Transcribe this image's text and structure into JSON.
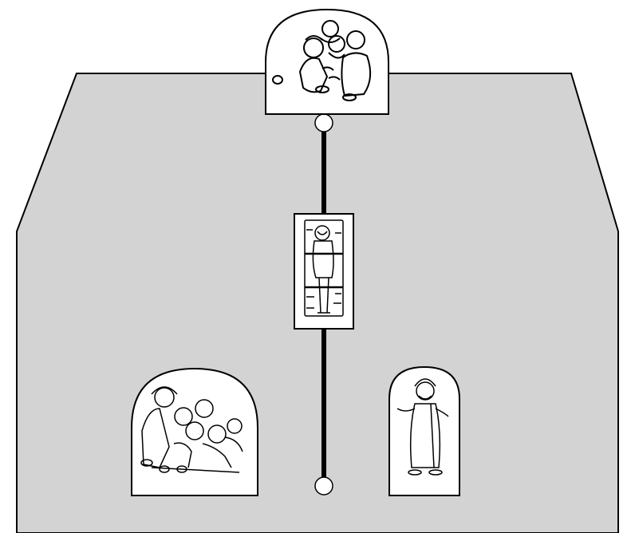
{
  "diagram": {
    "description_items": [
      {
        "name": "house-interior",
        "kind": "background"
      },
      {
        "name": "top-card-friends-on-roof",
        "kind": "figure-card"
      },
      {
        "name": "center-card-man-on-mat",
        "kind": "figure-card"
      },
      {
        "name": "bottom-left-card-crowd",
        "kind": "figure-card"
      },
      {
        "name": "bottom-right-card-jesus",
        "kind": "figure-card"
      }
    ],
    "colors": {
      "house_fill": "#d3d3d3",
      "outline": "#000000",
      "card_fill": "#ffffff"
    }
  }
}
